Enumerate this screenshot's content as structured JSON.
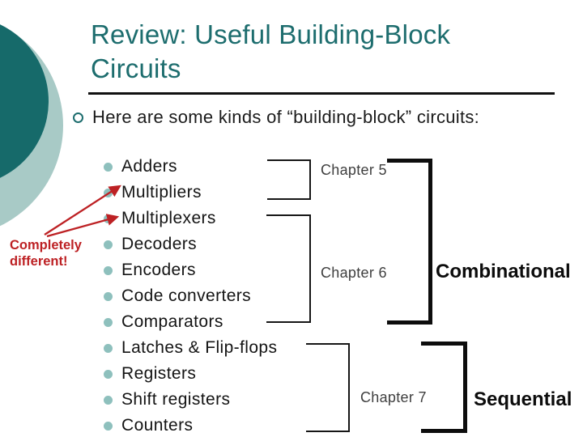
{
  "slide": {
    "title": "Review: Useful Building-Block Circuits",
    "intro": "Here are some kinds of “building-block” circuits:",
    "items": [
      "Adders",
      "Multipliers",
      "Multiplexers",
      "Decoders",
      "Encoders",
      "Code converters",
      "Comparators",
      "Latches & Flip-flops",
      "Registers",
      "Shift registers",
      "Counters"
    ],
    "annotation": "Completely different!",
    "chapters": [
      {
        "label": "Chapter 5"
      },
      {
        "label": "Chapter 6"
      },
      {
        "label": "Chapter 7"
      }
    ],
    "categories": [
      {
        "label": "Combinational"
      },
      {
        "label": "Sequential"
      }
    ],
    "colors": {
      "accent_teal": "#1d6d6e",
      "dark_circle": "#166a6a",
      "light_circle": "#a8cac6",
      "bullet": "#8ec0bd",
      "red": "#bd2124",
      "text": "#141414",
      "chapter_text": "#3f3f3f"
    }
  }
}
